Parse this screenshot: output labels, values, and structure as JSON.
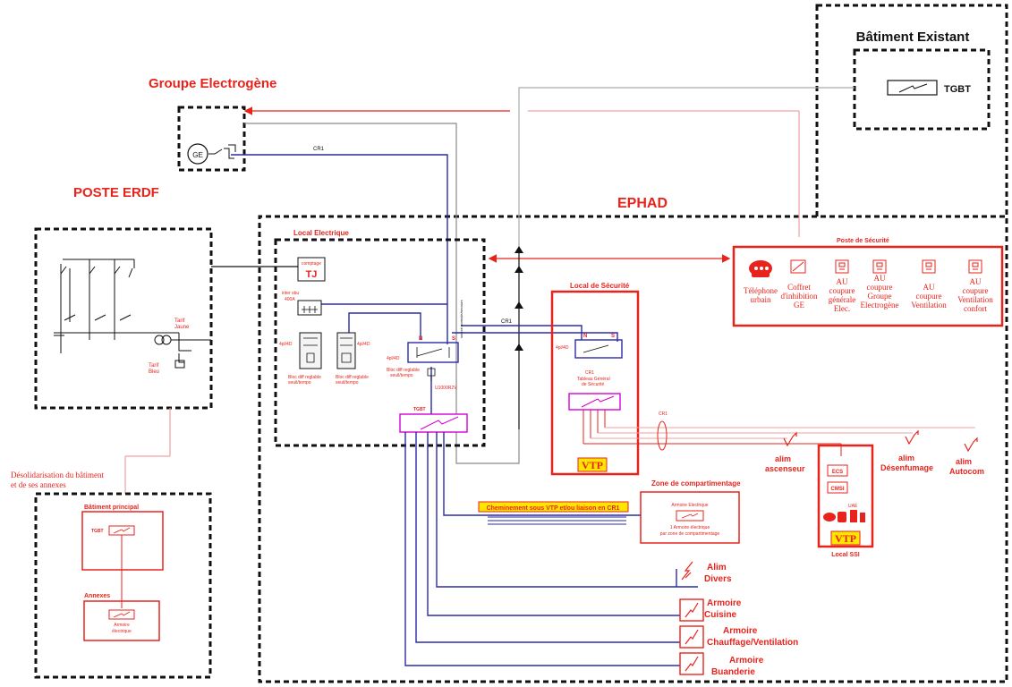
{
  "titles": {
    "existing_building": "Bâtiment Existant",
    "generator_group": "Groupe Electrogène",
    "erdf_station": "POSTE ERDF",
    "ephad": "EPHAD"
  },
  "existing_building": {
    "tgbt": "TGBT"
  },
  "generator": {
    "ge": "GE",
    "cable": "CR1"
  },
  "erdf": {
    "tarif_jaune_1": "Tarif",
    "tarif_jaune_2": "Jaune",
    "tarif_bleu_1": "Tarif",
    "tarif_bleu_2": "Bleu"
  },
  "local_electrique": {
    "title": "Local Electrique",
    "comptage": "comptage",
    "tj": "TJ",
    "inter_1": "inter sbu",
    "inter_2": "400A",
    "pole_left": "4pl/4D",
    "pole_mid": "4pl/4D",
    "pole_right": "4pl/4D",
    "bloc_1_a": "Bloc diff reglable",
    "bloc_1_b": "seuil/tempo",
    "bloc_2_a": "Bloc diff reglable",
    "bloc_2_b": "seuil/tempo",
    "bloc_3_a": "Bloc diff reglable",
    "bloc_3_b": "seuil/tempo",
    "n": "N",
    "s": "S",
    "u1000": "U1000R2V",
    "tgbt": "TGBT",
    "vertical_note": "source normale/secours",
    "cr1": "CR1"
  },
  "local_securite": {
    "title": "Local de Sécurité",
    "pole": "4pl/4D",
    "n": "N",
    "s": "S",
    "cr1": "CR1",
    "tableau_1": "Tableau Général",
    "tableau_2": "de Sécurité",
    "vtp": "VTP"
  },
  "poste_securite": {
    "title": "Poste de Sécurité",
    "items": [
      {
        "line1": "Téléphone",
        "line2": "urbain",
        "line3": "",
        "line4": ""
      },
      {
        "line1": "Coffret",
        "line2": "d'inhibition",
        "line3": "GE",
        "line4": ""
      },
      {
        "line1": "AU",
        "line2": "coupure",
        "line3": "générale",
        "line4": "Elec."
      },
      {
        "line1": "AU",
        "line2": "coupure",
        "line3": "Groupe",
        "line4": "Electrogène"
      },
      {
        "line1": "AU",
        "line2": "coupure",
        "line3": "Ventilation",
        "line4": ""
      },
      {
        "line1": "AU",
        "line2": "coupure",
        "line3": "Ventilation",
        "line4": "confort"
      }
    ]
  },
  "safety_loads": {
    "cr1": "CR1",
    "items": [
      {
        "line1": "alim",
        "line2": "ascenseur"
      },
      {
        "line1": "alim",
        "line2": "Désenfumage"
      },
      {
        "line1": "alim",
        "line2": "Autocom"
      }
    ]
  },
  "local_ssi": {
    "title": "Local SSI",
    "ecs": "ECS",
    "cmsi": "CMSI",
    "uae": "UAE",
    "vtp": "VTP"
  },
  "zone_comp": {
    "title": "Zone de compartimentage",
    "armoire": "Armoire Electrique",
    "note_1": "1 Armoire électrique",
    "note_2": "par zone de compartimentage"
  },
  "cheminement": "Cheminement sous VTP et/ou liaison en CR1",
  "loads": [
    {
      "line1": "Alim",
      "line2": "Divers"
    },
    {
      "line1": "Armoire",
      "line2": "Cuisine"
    },
    {
      "line1": "Armoire",
      "line2": "Chauffage/Ventilation"
    },
    {
      "line1": "Armoire",
      "line2": "Buanderie"
    }
  ],
  "desolidarisation": {
    "line1": "Désolidarisation du bâtiment",
    "line2": "et de ses annexes"
  },
  "batiment_principal": {
    "title": "Bâtiment principal",
    "tgbt": "TGBT",
    "annexes": "Annexes",
    "armoire_1": "Armoire",
    "armoire_2": "électrique"
  },
  "colors": {
    "red": "#e8231c",
    "blue": "#2b2ba8",
    "magenta": "#d400d4",
    "gray": "#9a9a9a",
    "pink": "#f0a0a0",
    "yellow": "#ffe600",
    "black": "#111111"
  }
}
